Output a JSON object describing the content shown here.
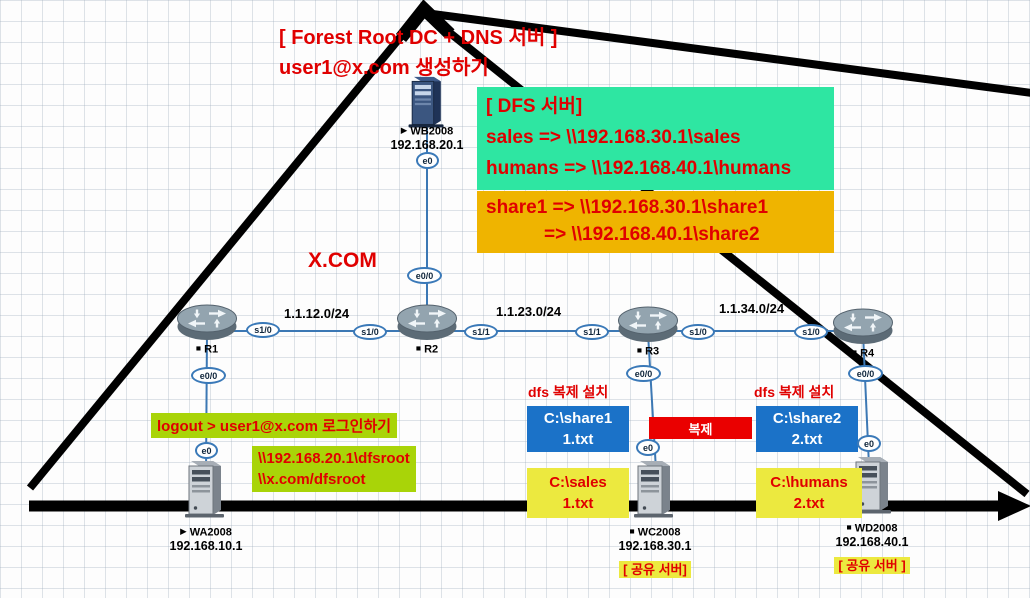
{
  "titles": {
    "forest_root": "[ Forest Root DC + DNS 서버 ]",
    "create_user": "user1@x.com 생성하기",
    "domain": "X.COM"
  },
  "dfs_box": {
    "title": "[ DFS 서버]",
    "sales_map": "sales => \\\\192.168.30.1\\sales",
    "humans_map": "humans => \\\\192.168.40.1\\humans"
  },
  "share_box": {
    "line1": "share1 => \\\\192.168.30.1\\share1",
    "line2": "=> \\\\192.168.40.1\\share2"
  },
  "notes": {
    "logout": "logout > user1@x.com 로그인하기",
    "dfsroot_unc": "\\\\192.168.20.1\\dfsroot",
    "dfsroot_dns": "\\\\x.com/dfsroot",
    "dfs_replication_left": "dfs 복제 설치",
    "dfs_replication_right": "dfs 복제 설치",
    "replication": "복제"
  },
  "folders": {
    "share1": {
      "path": "C:\\share1",
      "file": "1.txt"
    },
    "share2": {
      "path": "C:\\share2",
      "file": "2.txt"
    },
    "sales": {
      "path": "C:\\sales",
      "file": "1.txt"
    },
    "humans": {
      "path": "C:\\humans",
      "file": "2.txt"
    }
  },
  "servers": {
    "wb": {
      "marker": "▶",
      "name": "WB2008",
      "ip": "192.168.20.1"
    },
    "wa": {
      "marker": "▶",
      "name": "WA2008",
      "ip": "192.168.10.1"
    },
    "wc": {
      "marker": "■",
      "name": "WC2008",
      "ip": "192.168.30.1",
      "role": "[ 공유 서버]"
    },
    "wd": {
      "marker": "■",
      "name": "WD2008",
      "ip": "192.168.40.1",
      "role": "[ 공유 서버 ]"
    }
  },
  "routers": {
    "r1": {
      "marker": "■",
      "name": "R1"
    },
    "r2": {
      "marker": "■",
      "name": "R2"
    },
    "r3": {
      "marker": "■",
      "name": "R3"
    },
    "r4": {
      "marker": "■",
      "name": "R4"
    }
  },
  "links": {
    "r1_r2": {
      "subnet": "1.1.12.0/24",
      "a": "s1/0",
      "b": "s1/0"
    },
    "r2_r3": {
      "subnet": "1.1.23.0/24",
      "a": "s1/1",
      "b": "s1/1"
    },
    "r3_r4": {
      "subnet": "1.1.34.0/24",
      "a": "s1/0",
      "b": "s1/0"
    }
  },
  "interfaces": {
    "wb_e0": "e0",
    "r2_e00": "e0/0",
    "r1_e00": "e0/0",
    "wa_e0": "e0",
    "r3_e00": "e0/0",
    "wc_e0": "e0",
    "r4_e00": "e0/0",
    "wd_e0": "e0"
  },
  "colors": {
    "annotation_red_text": "#e00000",
    "dfs_green": "#2ee6a2",
    "share_amber": "#efb400",
    "note_yellowgreen": "#a9d408",
    "folder_yellow": "#ece93f",
    "folder_blue": "#1b72c8",
    "replication_red": "#ea0000",
    "link_blue": "#3c78b4",
    "triangle_black": "#000000"
  }
}
